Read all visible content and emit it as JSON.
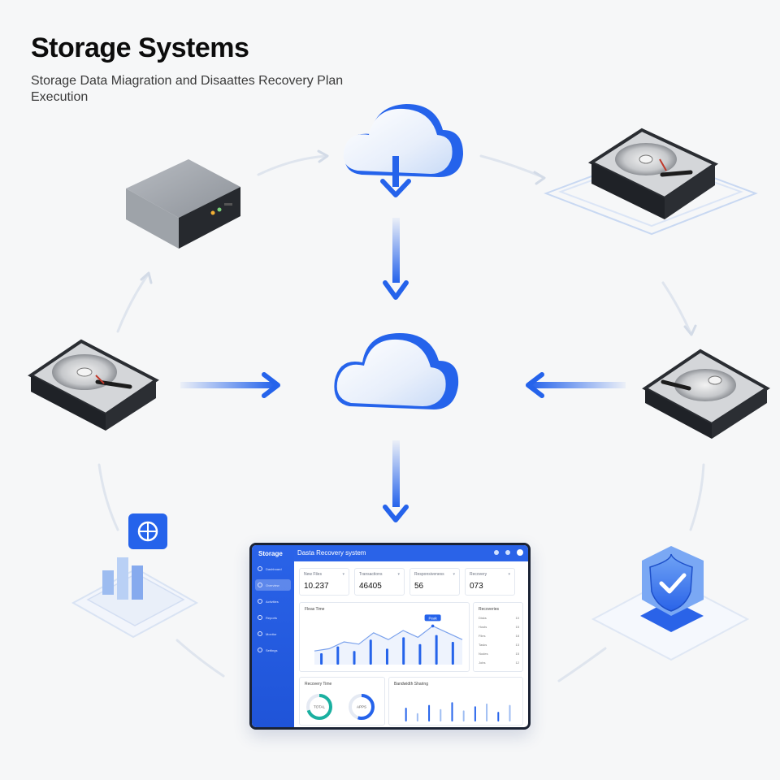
{
  "header": {
    "title": "Storage Systems",
    "subtitle": "Storage Data Miagration and Disaattes Recovery Plan Execution"
  },
  "colors": {
    "accent": "#2563eb",
    "cloud_light": "#e6eefb",
    "device_dark": "#1f2227",
    "background": "#f6f7f8"
  },
  "nodes": [
    {
      "name": "nas-device-icon"
    },
    {
      "name": "cloud-source-icon"
    },
    {
      "name": "hard-drive-top-right-icon"
    },
    {
      "name": "hard-drive-left-icon"
    },
    {
      "name": "cloud-central-icon"
    },
    {
      "name": "hard-drive-right-icon"
    },
    {
      "name": "analytics-globe-icon"
    },
    {
      "name": "security-shield-icon"
    }
  ],
  "dashboard": {
    "brand": "Storage",
    "heading": "Dasta Recovery system",
    "sidebar_items": [
      "Dashboard",
      "Overview",
      "Activities",
      "Reports",
      "Monitor",
      "Settings"
    ],
    "kpis": [
      {
        "label": "New Files",
        "value": "10.237"
      },
      {
        "label": "Transactions",
        "value": "46405"
      },
      {
        "label": "Responsiveness",
        "value": "56"
      },
      {
        "label": "Recovery",
        "value": "073"
      }
    ],
    "chart_panel_title": "Fleas Time",
    "chart_tag": "Peak",
    "chart_bars": [
      0.25,
      0.4,
      0.3,
      0.55,
      0.35,
      0.6,
      0.45,
      0.65,
      0.5
    ],
    "chart_line": [
      0.3,
      0.35,
      0.5,
      0.45,
      0.7,
      0.55,
      0.75,
      0.6,
      0.85,
      0.7,
      0.55
    ],
    "side_panel_title": "Recoveries",
    "side_rows": [
      {
        "label": "Disks",
        "value": "10"
      },
      {
        "label": "Hosts",
        "value": "15"
      },
      {
        "label": "Files",
        "value": "18"
      },
      {
        "label": "Tasks",
        "value": "13"
      },
      {
        "label": "Nodes",
        "value": "15"
      },
      {
        "label": "Jobs",
        "value": "12"
      }
    ],
    "recovery_panel_title": "Recovery Time",
    "gauges": [
      {
        "label": "TOTAL",
        "fraction": 0.7
      },
      {
        "label": "APPS",
        "fraction": 0.55
      }
    ],
    "bottom_panel_title": "Bandwidth Sharing",
    "bottom_bars": [
      0.5,
      0.3,
      0.6,
      0.45,
      0.7,
      0.4,
      0.55,
      0.65,
      0.35,
      0.6
    ]
  }
}
